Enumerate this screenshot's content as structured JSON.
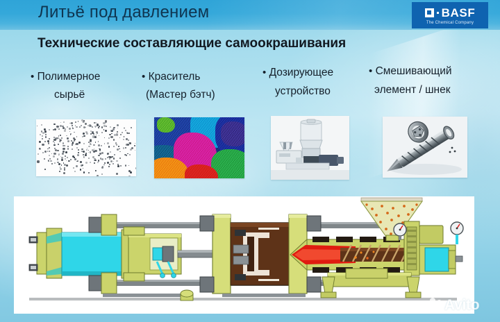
{
  "slide": {
    "title": "Литьё под давлением",
    "subtitle": "Технические составляющие самоокрашивания"
  },
  "logo": {
    "brand": "BASF",
    "tagline": "The Chemical Company",
    "background_color": "#0f63b0"
  },
  "bullets": [
    {
      "marker": "•",
      "line1": "Полимерное",
      "line2": "сырьё"
    },
    {
      "marker": "•",
      "line1": "Краситель",
      "line2": "(Мастер бэтч)"
    },
    {
      "marker": "•",
      "line1": "Дозирующее",
      "line2": "устройство"
    },
    {
      "marker": "•",
      "line1": "Смешивающий",
      "line2": "элемент / шнек"
    }
  ],
  "photos": [
    {
      "name": "polymer-granulate-photo",
      "caption_ref": "Полимерное сырьё"
    },
    {
      "name": "masterbatch-pellets-photo",
      "caption_ref": "Краситель (Мастер бэтч)"
    },
    {
      "name": "dosing-device-photo",
      "caption_ref": "Дозирующее устройство"
    },
    {
      "name": "mixing-screw-photo",
      "caption_ref": "Смешивающий элемент / шнек"
    }
  ],
  "diagram": {
    "name": "injection-molding-machine-cutaway",
    "description": "Схема машины литья под давлением в разрезе"
  },
  "watermark": {
    "text": "Avito"
  },
  "colors": {
    "title_band": "#34a8da",
    "background": "#a5dced",
    "title_text": "#0f3550",
    "body_text": "#15202b",
    "machine_olive": "#c9d16a",
    "machine_cyan": "#2fd6e8",
    "machine_mold": "#6b3a22",
    "machine_melt": "#e01b10"
  }
}
